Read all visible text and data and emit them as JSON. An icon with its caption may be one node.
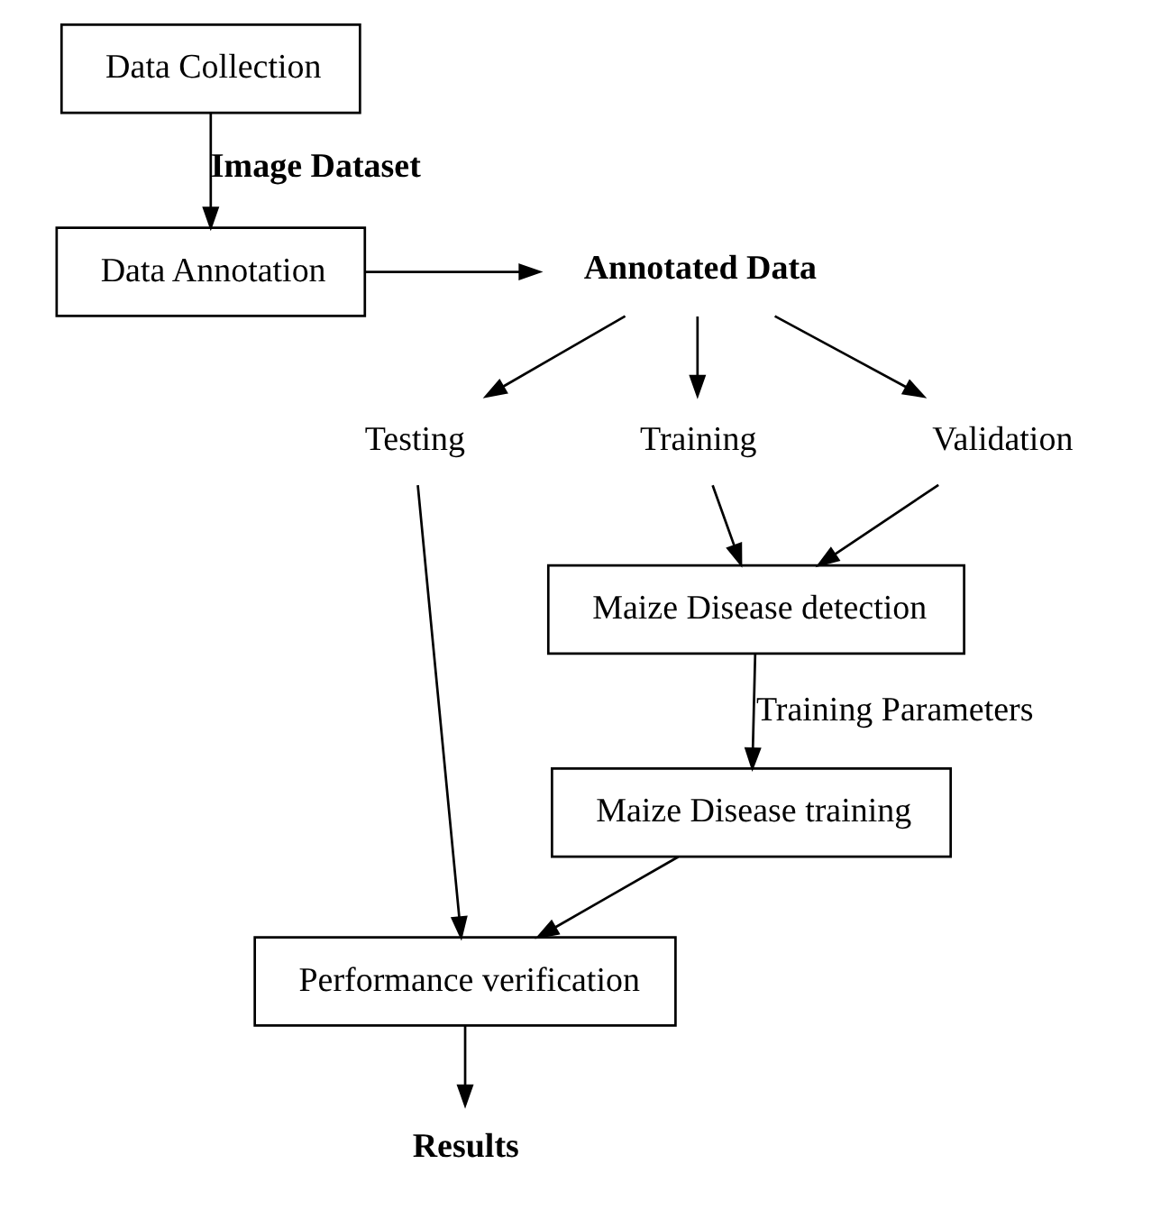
{
  "diagram": {
    "nodes": [
      {
        "text": [
          "Data Collection"
        ]
      },
      {
        "text": [
          "Data Annotation"
        ]
      },
      {
        "text": [
          "Annotated Data"
        ]
      },
      {
        "text": [
          "Testing"
        ]
      },
      {
        "text": [
          "Training"
        ]
      },
      {
        "text": [
          "Validation"
        ]
      },
      {
        "text": [
          "Maize Disease detection"
        ]
      },
      {
        "text": [
          "Maize Disease training"
        ]
      },
      {
        "text": [
          "Performance verification"
        ]
      },
      {
        "text": [
          "Results"
        ]
      }
    ],
    "edges": [
      {
        "from": 0,
        "to": 1,
        "arrow": "to",
        "label": "Image Dataset"
      },
      {
        "from": 1,
        "to": 2,
        "arrow": "to"
      },
      {
        "from": 2,
        "to": 3,
        "arrow": "to"
      },
      {
        "from": 2,
        "to": 4,
        "arrow": "to"
      },
      {
        "from": 2,
        "to": 5,
        "arrow": "to"
      },
      {
        "from": 4,
        "to": 6,
        "arrow": "to"
      },
      {
        "from": 5,
        "to": 6,
        "arrow": "to"
      },
      {
        "from": 6,
        "to": 7,
        "arrow": "to",
        "label": "Training Parameters"
      },
      {
        "from": 7,
        "to": 8,
        "arrow": "to"
      },
      {
        "from": 3,
        "to": 8,
        "arrow": "to"
      },
      {
        "from": 8,
        "to": 9,
        "arrow": "to"
      }
    ]
  }
}
